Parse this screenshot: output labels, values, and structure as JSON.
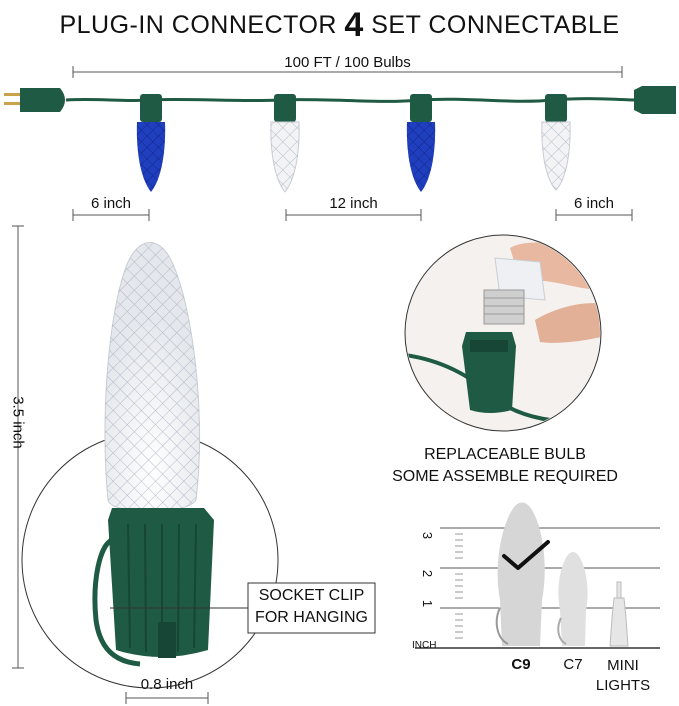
{
  "header": {
    "title_pre": "PLUG-IN CONNECTOR ",
    "title_num": "4",
    "title_post": " SET CONNECTABLE"
  },
  "strand": {
    "total_label": "100 FT / 100 Bulbs",
    "end_spacing_left": "6 inch",
    "bulb_spacing": "12 inch",
    "end_spacing_right": "6 inch",
    "bulb_colors": [
      "#1f3fbf",
      "#f2f2f2",
      "#1f3fbf",
      "#f2f2f2"
    ],
    "wire_color": "#1f5a44"
  },
  "bulb_detail": {
    "height_label": "3.5 inch",
    "base_width_label": "0.8 inch",
    "socket_clip_line1": "SOCKET CLIP",
    "socket_clip_line2": "FOR HANGING"
  },
  "replaceable": {
    "line1": "REPLACEABLE BULB",
    "line2": "SOME ASSEMBLE REQUIRED"
  },
  "size_compare": {
    "unit_label": "INCH",
    "ticks": [
      "1",
      "2",
      "3"
    ],
    "bulbs": [
      {
        "name": "C9",
        "bold": true
      },
      {
        "name": "C7",
        "bold": false
      },
      {
        "name": "MINI\nLIGHTS",
        "bold": false
      }
    ],
    "checkmark_icon": "check-icon"
  }
}
